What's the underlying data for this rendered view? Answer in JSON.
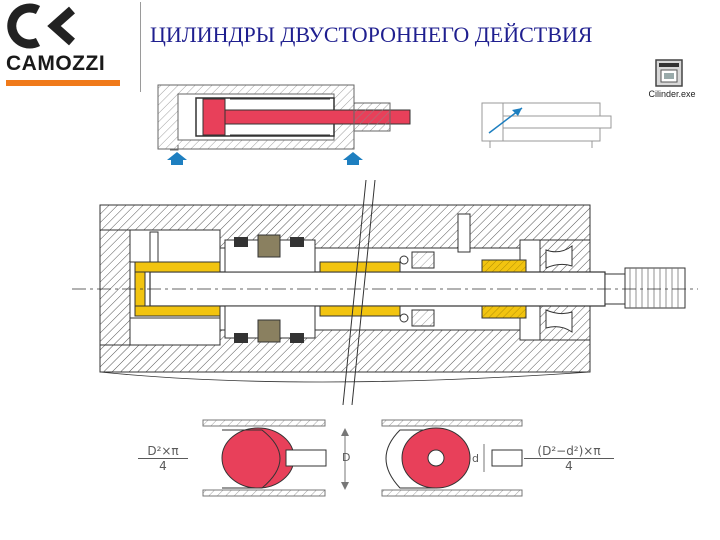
{
  "brand": {
    "logo_text": "CAMOZZI",
    "accent": "#f07a1a"
  },
  "header": {
    "title": "ЦИЛИНДРЫ ДВУСТОРОННЕГО ДЕЙСТВИЯ"
  },
  "program": {
    "label": "Cilinder.exe",
    "icon": "exe-file-icon"
  },
  "diagrams": {
    "piston_full": {
      "formula_num": "D²×π",
      "formula_den": "4",
      "dim_label": "D"
    },
    "piston_annular": {
      "formula_num": "(D²−d²)×π",
      "formula_den": "4",
      "dim_label": "d"
    }
  },
  "colors": {
    "piston": "#e8405a",
    "brass": "#f2c410",
    "seal": "#8a8060",
    "hatch": "#555555",
    "port_arrow": "#1e7fc0"
  }
}
